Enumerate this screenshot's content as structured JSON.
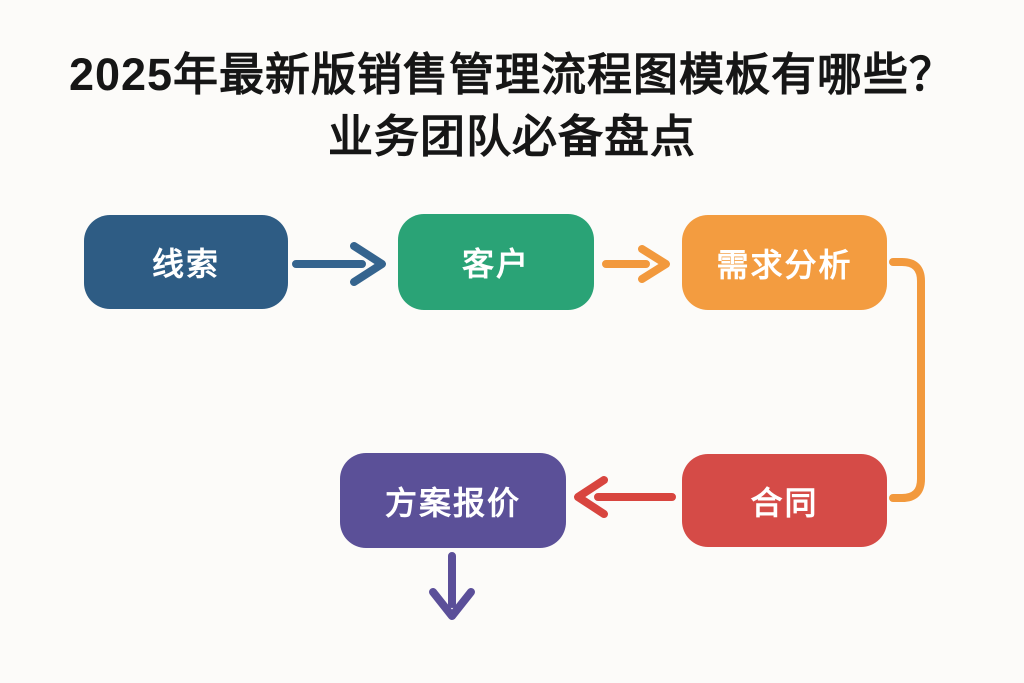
{
  "title": {
    "line1": "2025年最新版销售管理流程图模板有哪些？",
    "line2": "业务团队必备盘点"
  },
  "flowchart": {
    "nodes": [
      {
        "id": "lead",
        "label": "线索",
        "color": "#2e5c84"
      },
      {
        "id": "customer",
        "label": "客户",
        "color": "#2aa376"
      },
      {
        "id": "needs-analysis",
        "label": "需求分析",
        "color": "#f39c40"
      },
      {
        "id": "contract",
        "label": "合同",
        "color": "#d54b47"
      },
      {
        "id": "quote",
        "label": "方案报价",
        "color": "#5b5098"
      }
    ],
    "connectors": [
      {
        "from": "lead",
        "to": "customer",
        "style": "arrow-right",
        "color": "#35648e"
      },
      {
        "from": "customer",
        "to": "needs-analysis",
        "style": "arrow-right",
        "color": "#f2993d"
      },
      {
        "from": "needs-analysis",
        "to": "contract",
        "style": "bracket-right",
        "color": "#f2993d"
      },
      {
        "from": "contract",
        "to": "quote",
        "style": "arrow-left",
        "color": "#d8453f"
      },
      {
        "from": "quote",
        "to": "next-step",
        "style": "arrow-down",
        "color": "#5b4f99"
      }
    ]
  },
  "colors": {
    "background": "#fcfbf9",
    "title_text": "#161616",
    "node_text": "#ffffff"
  }
}
